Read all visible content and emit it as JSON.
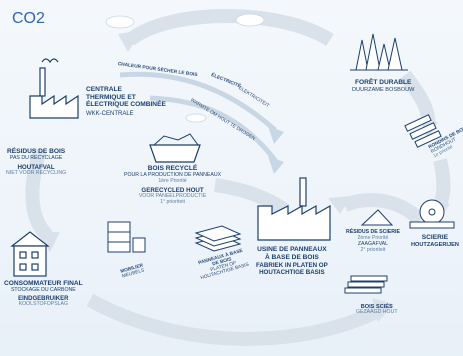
{
  "title": "CO2",
  "colors": {
    "navy": "#1c3f6e",
    "arrow": "#d9e1ea",
    "bg": "#eef4fa",
    "blue": "#2f66b3"
  },
  "nodes": {
    "centrale": {
      "fr_line1": "CENTRALE",
      "fr_line2": "THERMIQUE ET",
      "fr_line3": "ÉLECTRIQUE COMBINÉE",
      "nl": "WKK-CENTRALE"
    },
    "foret": {
      "fr": "FORÊT DURABLE",
      "nl": "DUURZAME BOSBOUW"
    },
    "rondins": {
      "fr": "RONDINS DE BOIS",
      "nl1": "RONDHOUT",
      "nl2": "1e priorité"
    },
    "scierie": {
      "fr": "SCIERIE",
      "nl": "HOUTZAGERIJEN"
    },
    "residus_scierie": {
      "fr": "RÉSIDUS DE SCIERIE",
      "prio_fr": "2ème Priorité",
      "nl": "ZAAGAFVAL",
      "prio_nl": "2° prioriteit"
    },
    "bois_scies": {
      "fr": "BOIS SCIÉS",
      "nl": "GEZAAGD HOUT"
    },
    "usine": {
      "fr_line1": "USINE DE PANNEAUX",
      "fr_line2": "À BASE DE BOIS",
      "nl_line1": "FABRIEK IN PLATEN OP",
      "nl_line2": "HOUTACHTIGE BASIS"
    },
    "panneaux": {
      "fr_line1": "PANNEAUX À BASE",
      "fr_line2": "DE BOIS",
      "nl_line1": "PLATEN OP",
      "nl_line2": "HOUTACHTIGE BASIS"
    },
    "mobilier": {
      "fr": "MOBILIER",
      "nl": "MEUBELS"
    },
    "consommateur": {
      "fr": "CONSOMMATEUR FINAL",
      "sub_fr": "STOCKAGE DU CARBONE",
      "nl": "EINDGEBRUIKER",
      "sub_nl": "KOOLSTOFOPSLAG"
    },
    "residus_bois": {
      "fr": "RÉSIDUS DE BOIS",
      "sub_fr": "PAS DU RECYCLAGE",
      "nl": "HOUTAFVAL",
      "sub_nl": "NIET VOOR RECYCLING"
    },
    "bois_recycle": {
      "fr": "BOIS RECYCLÉ",
      "sub_fr": "POUR LA PRODUCTION DE PANNEAUX",
      "prio_fr": "1ère Priorité",
      "nl": "GERECYCLED HOUT",
      "sub_nl": "VOOR PANEELPRODUCTIE",
      "prio_nl": "1° prioriteit"
    }
  },
  "flows": {
    "chaleur": "CHALEUR POUR SÉCHER LE BOIS",
    "electricite": "ÉLECTRICITÉ",
    "warmte": "WARMTE OM HOUT TE DROGEN",
    "elektriciteit": "ELEKTRICITEIT"
  }
}
